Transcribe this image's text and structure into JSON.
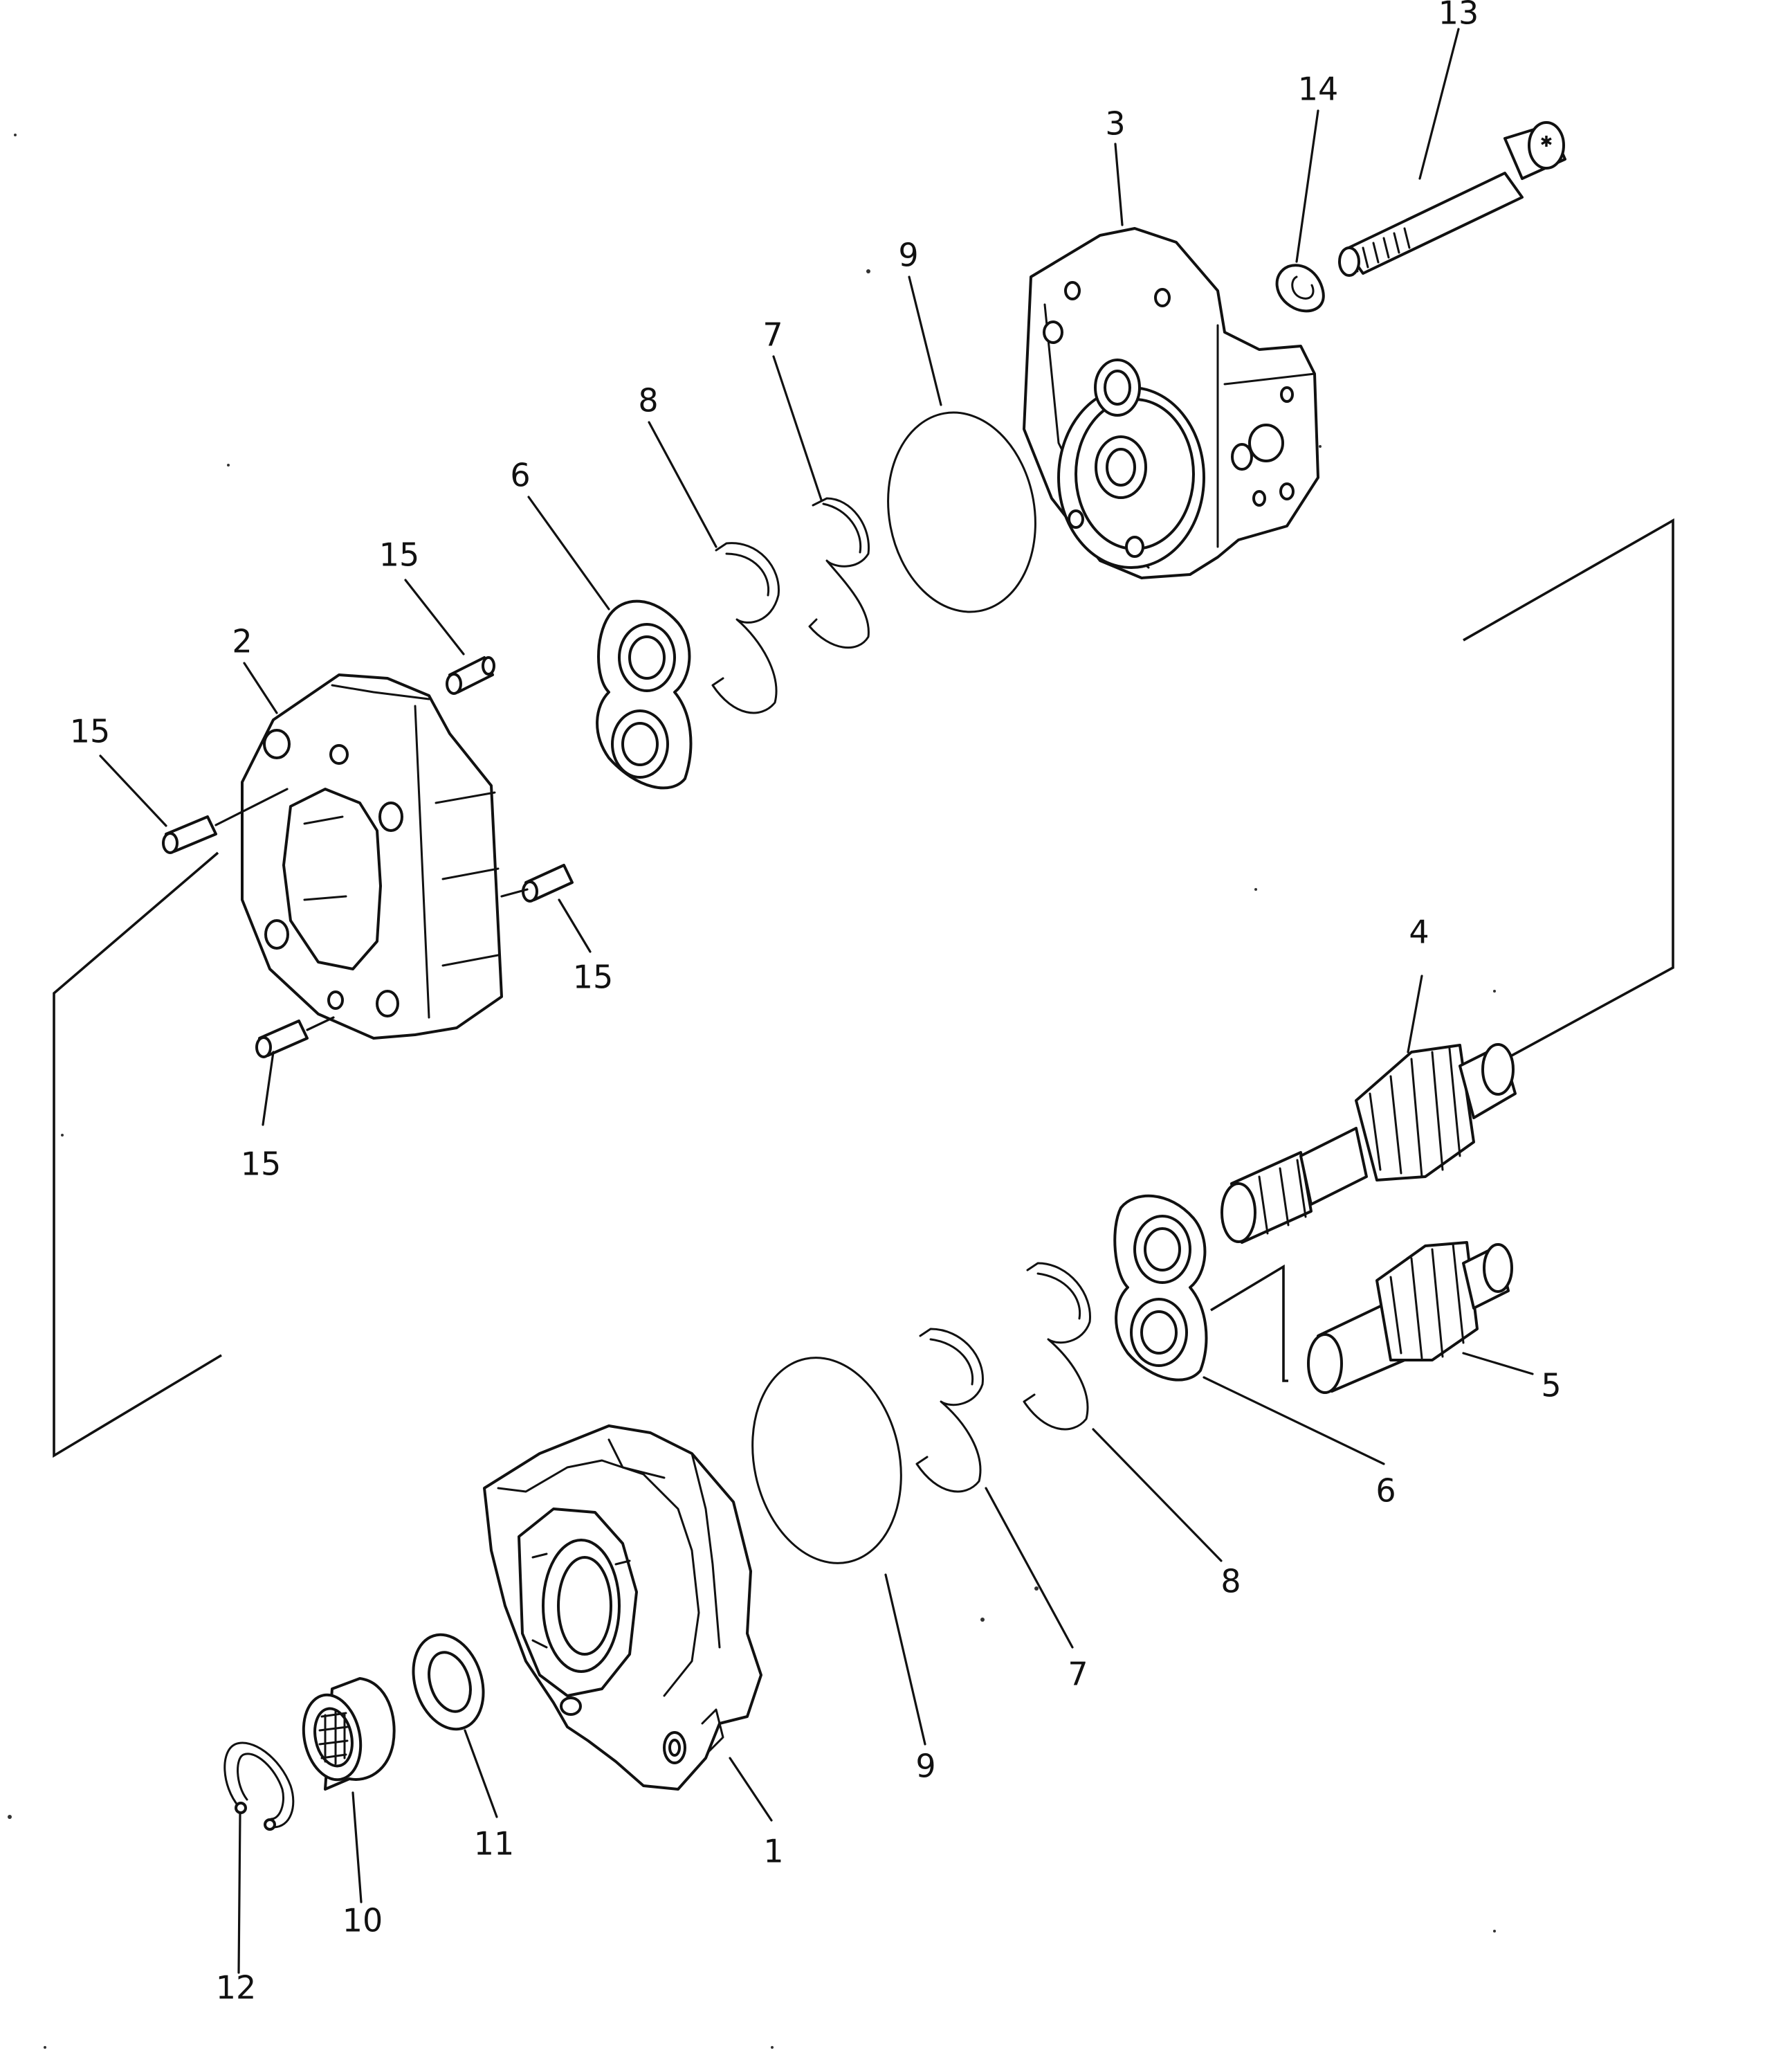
{
  "diagram": {
    "callouts": {
      "c13": "13",
      "c14": "14",
      "c3": "3",
      "c9_top": "9",
      "c7_top": "7",
      "c8_top": "8",
      "c6_top": "6",
      "c15_top": "15",
      "c2": "2",
      "c15_left": "15",
      "c15_right": "15",
      "c15_bottom": "15",
      "c4": "4",
      "c5": "5",
      "c6_bottom": "6",
      "c8_bottom": "8",
      "c7_bottom": "7",
      "c9_bottom": "9",
      "c1": "1",
      "c11": "11",
      "c10": "10",
      "c12": "12"
    }
  }
}
